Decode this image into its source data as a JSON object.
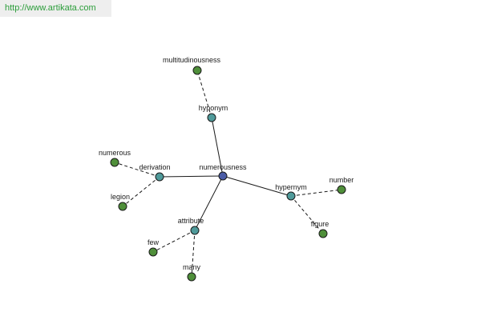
{
  "watermark": "http://www.artikata.com",
  "colors": {
    "center": "#4a5ca6",
    "relation": "#4f9a9a",
    "leaf": "#4f8f3a",
    "stroke": "#1a1a1a",
    "watermark_bg": "#eeeeee",
    "watermark_text": "#2b9d3a"
  },
  "nodes": [
    {
      "id": "numerousness",
      "label": "numerousness",
      "kind": "center"
    },
    {
      "id": "hyponym",
      "label": "hyponym",
      "kind": "relation"
    },
    {
      "id": "derivation",
      "label": "derivation",
      "kind": "relation"
    },
    {
      "id": "hypernym",
      "label": "hypernym",
      "kind": "relation"
    },
    {
      "id": "attribute",
      "label": "attribute",
      "kind": "relation"
    },
    {
      "id": "multitudinousness",
      "label": "multitudinousness",
      "kind": "leaf"
    },
    {
      "id": "numerous",
      "label": "numerous",
      "kind": "leaf"
    },
    {
      "id": "legion",
      "label": "legion",
      "kind": "leaf"
    },
    {
      "id": "number",
      "label": "number",
      "kind": "leaf"
    },
    {
      "id": "figure",
      "label": "figure",
      "kind": "leaf"
    },
    {
      "id": "few",
      "label": "few",
      "kind": "leaf"
    },
    {
      "id": "many",
      "label": "many",
      "kind": "leaf"
    }
  ],
  "edges": [
    {
      "from": "numerousness",
      "to": "hyponym",
      "style": "solid"
    },
    {
      "from": "numerousness",
      "to": "derivation",
      "style": "solid"
    },
    {
      "from": "numerousness",
      "to": "hypernym",
      "style": "solid"
    },
    {
      "from": "numerousness",
      "to": "attribute",
      "style": "solid"
    },
    {
      "from": "hyponym",
      "to": "multitudinousness",
      "style": "dashed"
    },
    {
      "from": "derivation",
      "to": "numerous",
      "style": "dashed"
    },
    {
      "from": "derivation",
      "to": "legion",
      "style": "dashed"
    },
    {
      "from": "hypernym",
      "to": "number",
      "style": "dashed"
    },
    {
      "from": "hypernym",
      "to": "figure",
      "style": "dashed"
    },
    {
      "from": "attribute",
      "to": "few",
      "style": "dashed"
    },
    {
      "from": "attribute",
      "to": "many",
      "style": "dashed"
    }
  ]
}
